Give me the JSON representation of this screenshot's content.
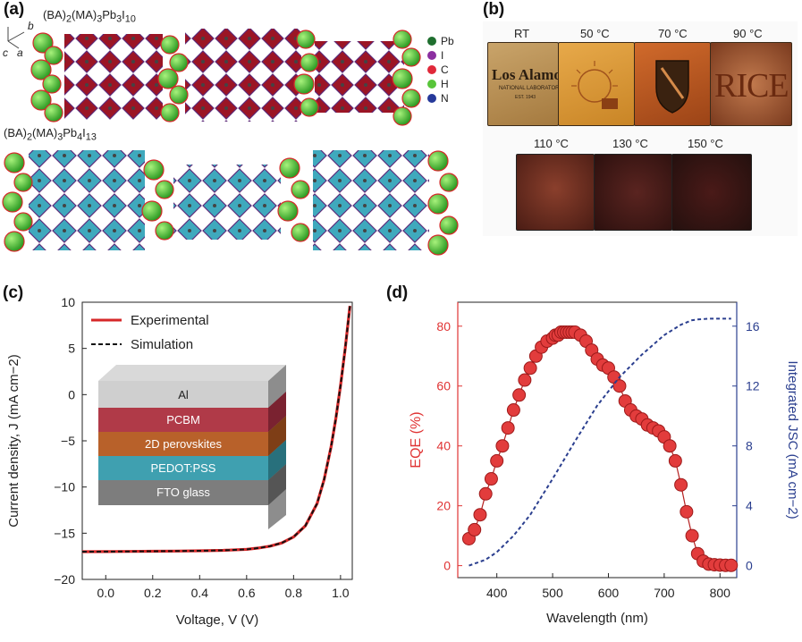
{
  "panels": {
    "a": {
      "label": "(a)",
      "axes": {
        "c": "c",
        "a": "a",
        "b": "b"
      },
      "formula1": {
        "pre": "(BA)",
        "s1": "2",
        "mid": "(MA)",
        "s2": "3",
        "pb": "Pb",
        "s3": "3",
        "i": "I",
        "s4": "10"
      },
      "formula2": {
        "pre": "(BA)",
        "s1": "2",
        "mid": "(MA)",
        "s2": "3",
        "pb": "Pb",
        "s3": "4",
        "i": "I",
        "s4": "13"
      },
      "legend": [
        {
          "label": "Pb",
          "color": "#1f6f2f"
        },
        {
          "label": "I",
          "color": "#8b2fa0"
        },
        {
          "label": "C",
          "color": "#e0293a"
        },
        {
          "label": "H",
          "color": "#58c53a"
        },
        {
          "label": "N",
          "color": "#26399a"
        }
      ]
    },
    "b": {
      "label": "(b)",
      "temps_top": [
        "RT",
        "50 °C",
        "70 °C",
        "90 °C"
      ],
      "temps_bottom": [
        "110 °C",
        "130 °C",
        "150 °C"
      ],
      "logo_main": "Los Alamos",
      "logo_sub": "NATIONAL LABORATORY",
      "logo_est": "EST. 1943",
      "rice": "RICE"
    },
    "c": {
      "label": "(c)",
      "stack_layers": [
        "Al",
        "PCBM",
        "2D perovskites",
        "PEDOT:PSS",
        "FTO glass"
      ]
    },
    "d": {
      "label": "(d)"
    }
  },
  "chart_data": [
    {
      "type": "line",
      "panel": "c",
      "xlabel": "Voltage, V (V)",
      "ylabel": "Current density, J (mA cm−2)",
      "xlim": [
        -0.1,
        1.05
      ],
      "ylim": [
        -20,
        10
      ],
      "x_ticks": [
        0.0,
        0.2,
        0.4,
        0.6,
        0.8,
        1.0
      ],
      "x_tick_labels": [
        "0.0",
        "0.2",
        "0.4",
        "0.6",
        "0.8",
        "1.0"
      ],
      "y_ticks": [
        10,
        5,
        0,
        -5,
        -10,
        -15,
        -20
      ],
      "y_tick_labels": [
        "10",
        "5",
        "0",
        "−5",
        "−10",
        "−15",
        "−20"
      ],
      "legend_position": "top-left",
      "series": [
        {
          "name": "Experimental",
          "color": "#d62728",
          "style": "solid",
          "x": [
            -0.1,
            0.0,
            0.1,
            0.2,
            0.3,
            0.4,
            0.5,
            0.6,
            0.65,
            0.7,
            0.75,
            0.8,
            0.85,
            0.9,
            0.93,
            0.96,
            0.98,
            1.0,
            1.02,
            1.04
          ],
          "y": [
            -17.0,
            -16.99,
            -16.97,
            -16.95,
            -16.93,
            -16.9,
            -16.85,
            -16.75,
            -16.6,
            -16.4,
            -16.05,
            -15.4,
            -14.2,
            -11.8,
            -9.2,
            -5.6,
            -2.6,
            1.0,
            5.0,
            9.6
          ]
        },
        {
          "name": "Simulation",
          "color": "#111111",
          "style": "dashed",
          "x": [
            -0.1,
            0.0,
            0.1,
            0.2,
            0.3,
            0.4,
            0.5,
            0.6,
            0.65,
            0.7,
            0.75,
            0.8,
            0.85,
            0.9,
            0.93,
            0.96,
            0.98,
            1.0,
            1.02,
            1.04
          ],
          "y": [
            -17.0,
            -16.99,
            -16.97,
            -16.95,
            -16.93,
            -16.9,
            -16.85,
            -16.75,
            -16.6,
            -16.4,
            -16.05,
            -15.4,
            -14.2,
            -11.8,
            -9.2,
            -5.6,
            -2.6,
            1.0,
            5.0,
            9.6
          ]
        }
      ]
    },
    {
      "type": "scatter",
      "panel": "d",
      "xlabel": "Wavelength (nm)",
      "ylabel": "EQE (%)",
      "y2label": "Integrated JSC (mA cm−2)",
      "xlim": [
        330,
        830
      ],
      "ylim": [
        -4,
        88
      ],
      "y2lim": [
        -0.8,
        17.6
      ],
      "x_ticks": [
        400,
        500,
        600,
        700,
        800
      ],
      "x_tick_labels": [
        "400",
        "500",
        "600",
        "700",
        "800"
      ],
      "y_ticks": [
        0,
        20,
        40,
        60,
        80
      ],
      "y_tick_labels": [
        "0",
        "20",
        "40",
        "60",
        "80"
      ],
      "y2_ticks": [
        0,
        4,
        8,
        12,
        16
      ],
      "y2_tick_labels": [
        "0",
        "4",
        "8",
        "12",
        "16"
      ],
      "series": [
        {
          "name": "EQE",
          "axis": "left",
          "color": "#e03434",
          "x": [
            350,
            360,
            370,
            380,
            390,
            400,
            410,
            420,
            430,
            440,
            450,
            460,
            470,
            480,
            490,
            500,
            505,
            510,
            515,
            520,
            525,
            530,
            535,
            540,
            550,
            560,
            570,
            580,
            590,
            600,
            610,
            620,
            630,
            640,
            650,
            660,
            670,
            680,
            690,
            700,
            710,
            720,
            730,
            740,
            750,
            760,
            770,
            780,
            790,
            800,
            810,
            820
          ],
          "y": [
            9,
            12,
            17,
            24,
            29,
            35,
            40,
            46,
            52,
            57,
            62,
            66,
            70,
            73,
            75,
            76,
            77,
            77,
            78,
            78,
            78,
            78,
            78,
            78,
            77,
            75,
            72,
            69,
            67,
            66,
            63,
            60,
            55,
            52,
            50,
            49,
            47,
            46,
            45,
            43,
            40,
            35,
            27,
            18,
            10,
            4,
            1.5,
            0.5,
            0.3,
            0.2,
            0.1,
            0.1
          ]
        },
        {
          "name": "Integrated JSC",
          "axis": "right",
          "color": "#2b3f8f",
          "style": "dotted",
          "x": [
            350,
            380,
            400,
            430,
            460,
            500,
            540,
            580,
            620,
            660,
            700,
            730,
            750,
            760,
            780,
            800,
            820
          ],
          "y": [
            0,
            0.4,
            0.9,
            2.0,
            3.4,
            5.8,
            8.3,
            10.7,
            12.6,
            14.1,
            15.4,
            16.1,
            16.4,
            16.45,
            16.5,
            16.5,
            16.5
          ]
        }
      ]
    }
  ]
}
